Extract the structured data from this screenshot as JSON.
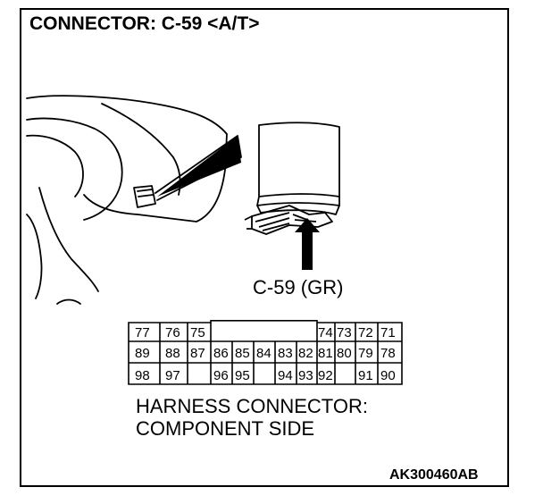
{
  "header": {
    "title": "CONNECTOR: C-59 <A/T>"
  },
  "connector": {
    "label": "C-59 (GR)"
  },
  "pins": {
    "row1": [
      "77",
      "76",
      "75",
      "74",
      "73",
      "72",
      "71"
    ],
    "row2": [
      "89",
      "88",
      "87",
      "86",
      "85",
      "84",
      "83",
      "82",
      "81",
      "80",
      "79",
      "78"
    ],
    "row3": [
      "98",
      "97",
      "96",
      "95",
      "94",
      "93",
      "92",
      "91",
      "90"
    ]
  },
  "caption": {
    "line1": "HARNESS CONNECTOR:",
    "line2": "COMPONENT SIDE"
  },
  "footer": {
    "code": "AK300460AB"
  }
}
